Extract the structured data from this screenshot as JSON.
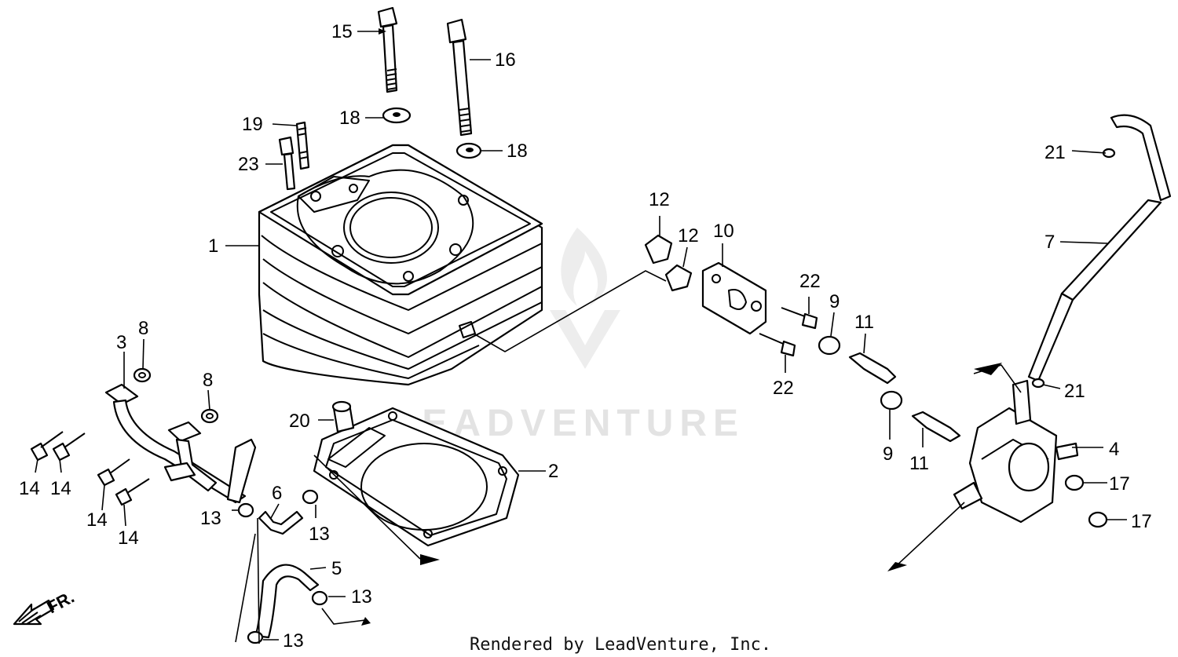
{
  "watermark": "LEADVENTURE",
  "caption": "Rendered by LeadVenture, Inc.",
  "direction_label": "FR.",
  "colors": {
    "line": "#000000",
    "background": "#ffffff",
    "watermark": "#e3e3e3"
  },
  "callouts": [
    "15",
    "16",
    "18",
    "18",
    "19",
    "23",
    "1",
    "12",
    "12",
    "10",
    "22",
    "22",
    "9",
    "9",
    "11",
    "11",
    "21",
    "21",
    "7",
    "4",
    "17",
    "17",
    "3",
    "8",
    "8",
    "20",
    "2",
    "6",
    "5",
    "13",
    "13",
    "13",
    "13",
    "14",
    "14",
    "14",
    "14"
  ]
}
